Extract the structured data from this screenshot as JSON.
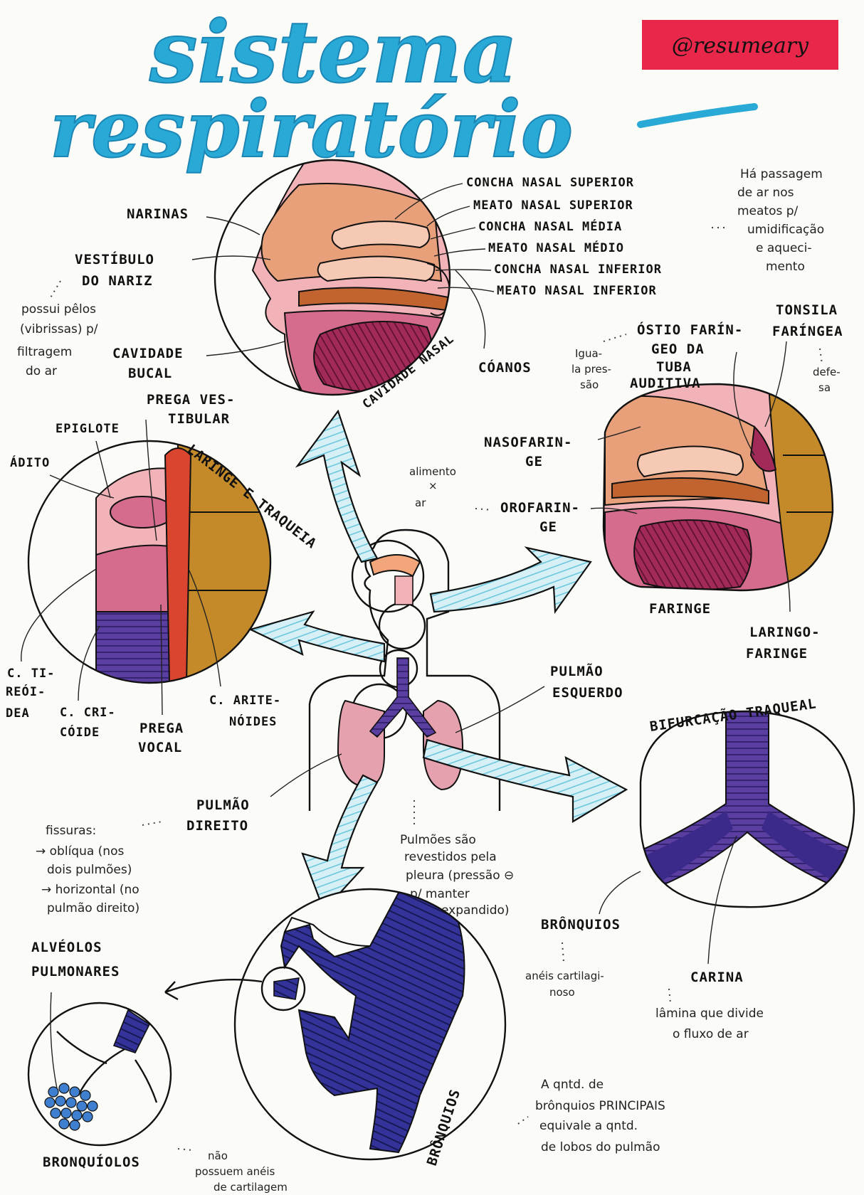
{
  "title": {
    "line1": "sistema",
    "line2": "respiratório"
  },
  "badge": "@resumeary",
  "colors": {
    "title_blue": "#29a9d6",
    "badge_red": "#e8274a",
    "pink": "#f2b3b8",
    "rose": "#d56c8d",
    "magenta": "#a12a58",
    "brown": "#c26430",
    "ochre": "#c48a2a",
    "purple": "#6b4aa8",
    "navy": "#2f2f8f",
    "cyan": "#49b8d0",
    "arrow_fill": "#d7f0f5"
  },
  "nasal": {
    "circle_label": "CAVIDADE NASAL",
    "narinas": "NARINAS",
    "vestibulo_1": "VESTÍBULO",
    "vestibulo_2": "DO NARIZ",
    "cavidade_bucal_1": "CAVIDADE",
    "cavidade_bucal_2": "BUCAL",
    "concha_sup": "CONCHA NASAL SUPERIOR",
    "meato_sup": "MEATO NASAL SUPERIOR",
    "concha_med": "CONCHA NASAL MÉDIA",
    "meato_med": "MEATO NASAL MÉDIO",
    "concha_inf": "CONCHA NASAL INFERIOR",
    "meato_inf": "MEATO NASAL INFERIOR",
    "coanos": "CÓANOS",
    "note_pelos": [
      "possui pêlos",
      "(vibrissas) p/",
      "filtragem",
      "do ar"
    ],
    "note_meatos": [
      "Há passagem",
      "de ar nos",
      "meatos p/",
      "umidificação",
      "e aqueci-",
      "mento"
    ]
  },
  "pharynx": {
    "circle_label": "FARINGE",
    "ostio": [
      "ÓSTIO FARÍN-",
      "GEO DA",
      "TUBA",
      "AUDITIVA"
    ],
    "note_iguala": [
      "Igua-",
      "la pres-",
      "são"
    ],
    "tonsila": [
      "TONSILA",
      "FARÍNGEA"
    ],
    "note_defesa": [
      "defe-",
      "sa"
    ],
    "nasofaringe": [
      "NASOFARIN-",
      "GE"
    ],
    "orofaringe": [
      "OROFARIN-",
      "GE"
    ],
    "laringofaringe": [
      "LARINGO-",
      "FARINGE"
    ],
    "note_alimento": [
      "alimento",
      "×",
      "ar"
    ]
  },
  "larynx": {
    "circle_label": "LARINGE E TRAQUEIA",
    "epiglote": "EPIGLOTE",
    "adito": "ÁDITO",
    "prega_vestibular": [
      "PREGA VES-",
      "TIBULAR"
    ],
    "tireoidea": [
      "C. TI-",
      "REÓI-",
      "DEA"
    ],
    "cricoide": [
      "C. CRI-",
      "CÓIDE"
    ],
    "prega_vocal": [
      "PREGA",
      "VOCAL"
    ],
    "aritenoides": [
      "C. ARITE-",
      "NÓIDES"
    ]
  },
  "lungs": {
    "pulmao_esquerdo": [
      "PULMÃO",
      "ESQUERDO"
    ],
    "pulmao_direito": [
      "PULMÃO",
      "DIREITO"
    ],
    "note_fissuras": [
      "fissuras:",
      "→ oblíqua (nos",
      "dois pulmões)",
      "→ horizontal (no",
      "pulmão direito)"
    ],
    "note_pleura": [
      "Pulmões são",
      "revestidos pela",
      "pleura (pressão ⊖",
      "p/ manter",
      "expandido)"
    ]
  },
  "bifurcation": {
    "title": "BIFURCAÇÃO TRAQUEAL",
    "bronquios": "BRÔNQUIOS",
    "carina": "CARINA",
    "note_aneis": [
      "anéis cartilagi-",
      "noso"
    ],
    "note_lamina": [
      "lâmina que divide",
      "o fluxo de ar"
    ]
  },
  "bronchi": {
    "circle_label": "BRÔNQUIOS",
    "alveolos": [
      "ALVÉOLOS",
      "PULMONARES"
    ],
    "bronquiolos": "BRONQUÍOLOS",
    "note_nao": [
      "não",
      "possuem anéis",
      "de cartilagem"
    ],
    "note_qntd": [
      "A qntd. de",
      "brônquios PRINCIPAIS",
      "equivale a qntd.",
      "de lobos do pulmão"
    ]
  }
}
